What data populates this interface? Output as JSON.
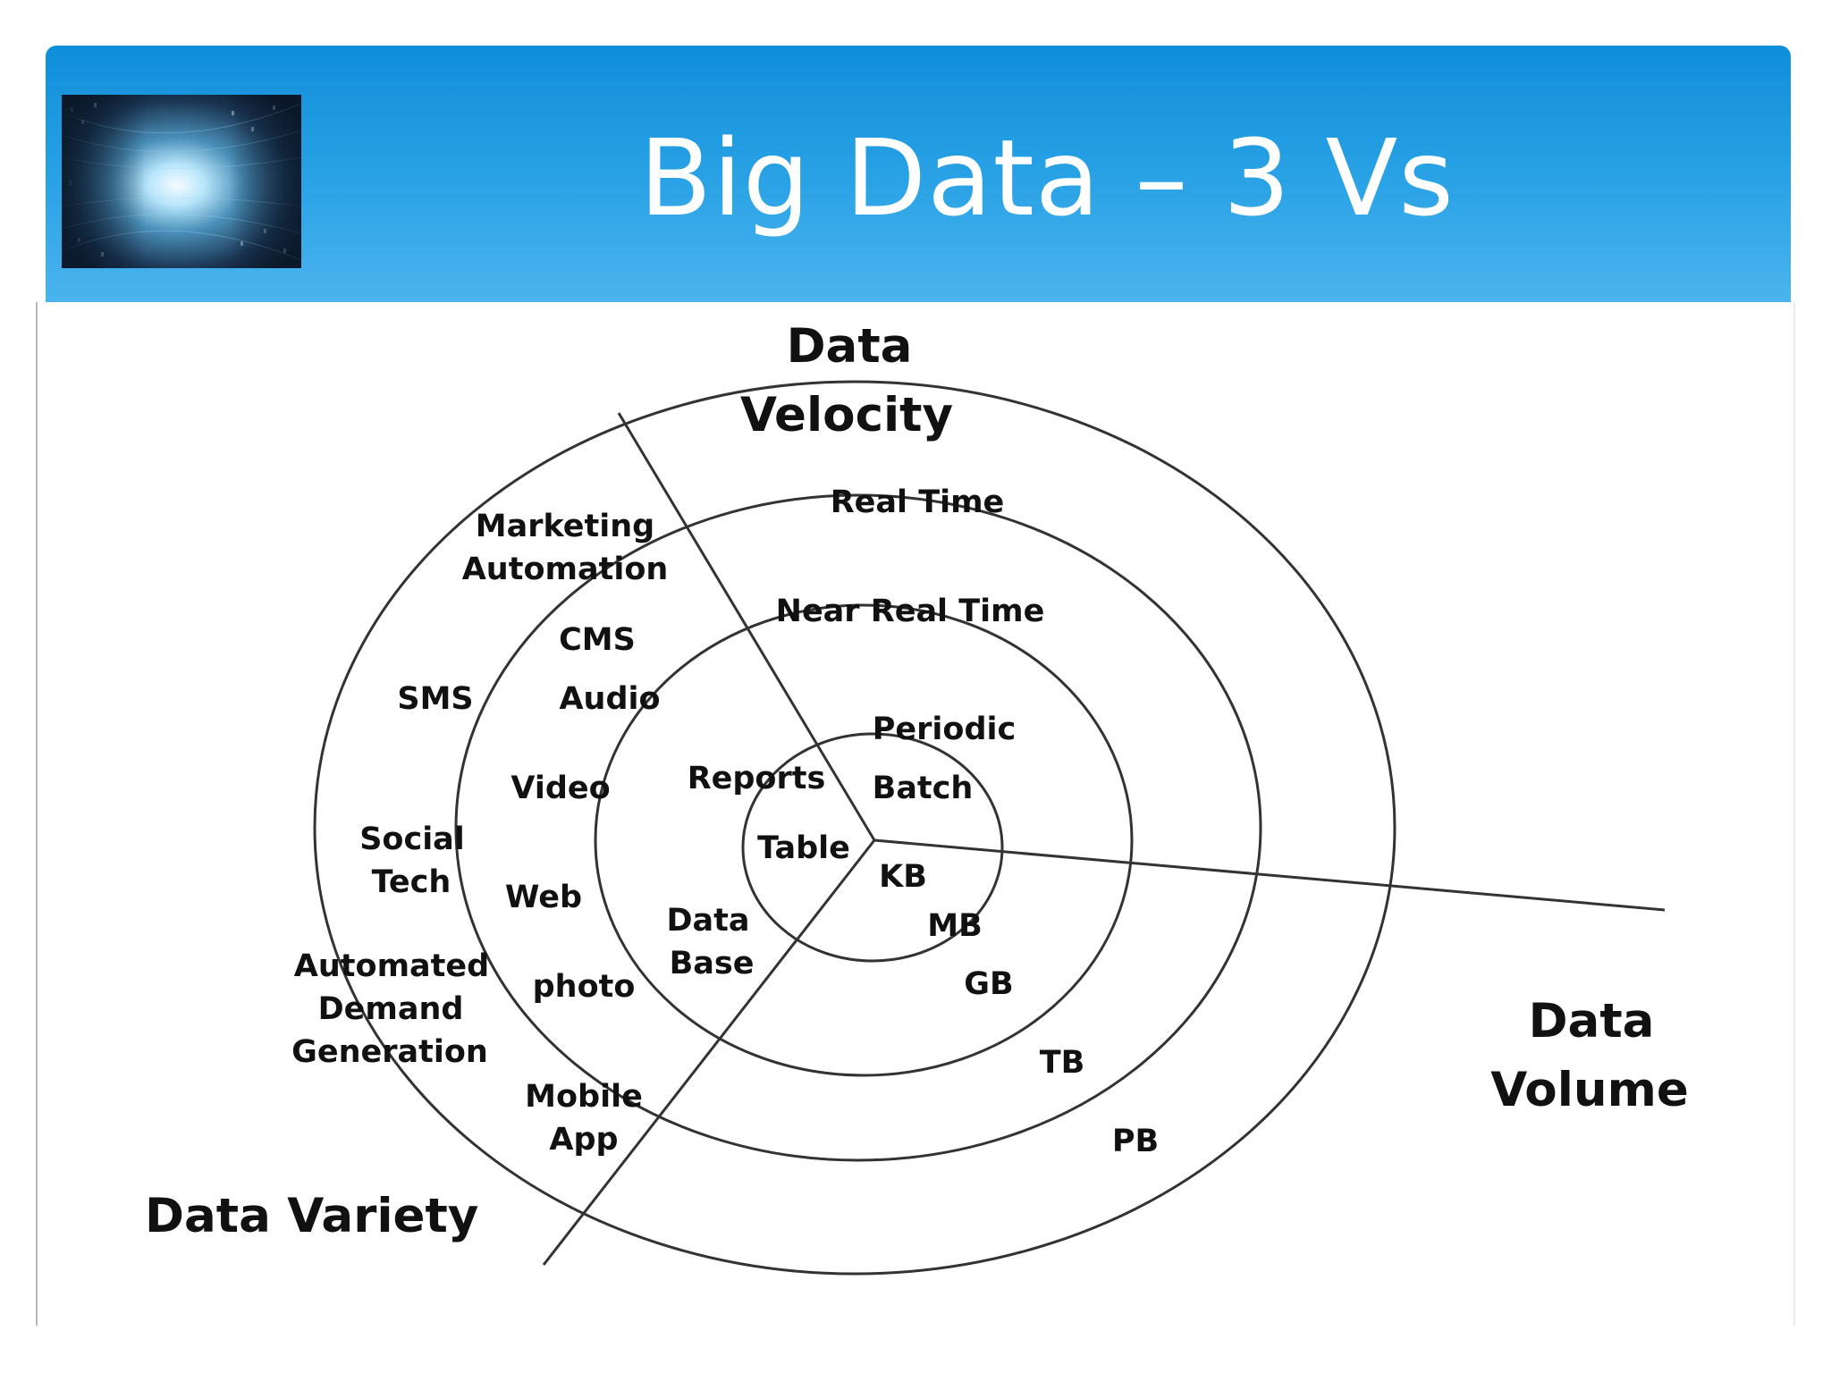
{
  "slide": {
    "title": "Big Data – 3 Vs"
  },
  "diagram": {
    "axes": {
      "velocity": [
        "Data",
        "Velocity"
      ],
      "volume": [
        "Data",
        "Volume"
      ],
      "variety": "Data Variety"
    },
    "velocity_levels": {
      "real_time": "Real Time",
      "near_real_time": "Near Real Time",
      "periodic": "Periodic",
      "batch": "Batch"
    },
    "volume_levels": {
      "kb": "KB",
      "mb": "MB",
      "gb": "GB",
      "tb": "TB",
      "pb": "PB"
    },
    "variety_items": {
      "marketing_automation": [
        "Marketing",
        "Automation"
      ],
      "sms": "SMS",
      "social_tech": [
        "Social",
        "Tech"
      ],
      "automated_demand_generation": [
        "Automated",
        "Demand",
        "Generation"
      ],
      "cms": "CMS",
      "audio": "Audio",
      "video": "Video",
      "web": "Web",
      "photo": "photo",
      "mobile_app": [
        "Mobile",
        "App"
      ],
      "reports": "Reports",
      "data_base": [
        "Data",
        "Base"
      ],
      "table": "Table"
    }
  },
  "colors": {
    "header_top": "#0f8ed9",
    "header_bottom": "#4bb4ee",
    "title_text": "#ffffff",
    "ring_stroke": "#333333"
  }
}
